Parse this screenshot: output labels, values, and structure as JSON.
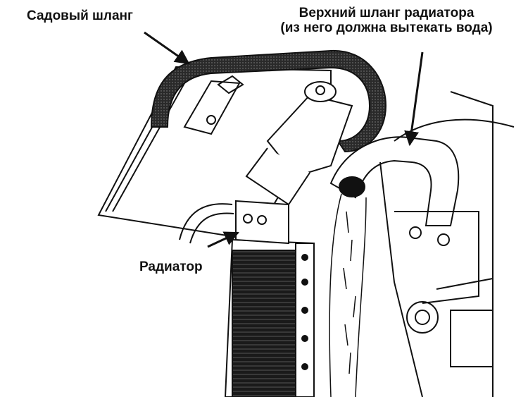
{
  "labels": {
    "garden_hose": "Садовый шланг",
    "upper_hose_line1": "Верхний шланг радиатора",
    "upper_hose_line2": "(из него должна вытекать вода)",
    "radiator": "Радиатор"
  },
  "colors": {
    "ink": "#111111",
    "background": "#ffffff"
  }
}
